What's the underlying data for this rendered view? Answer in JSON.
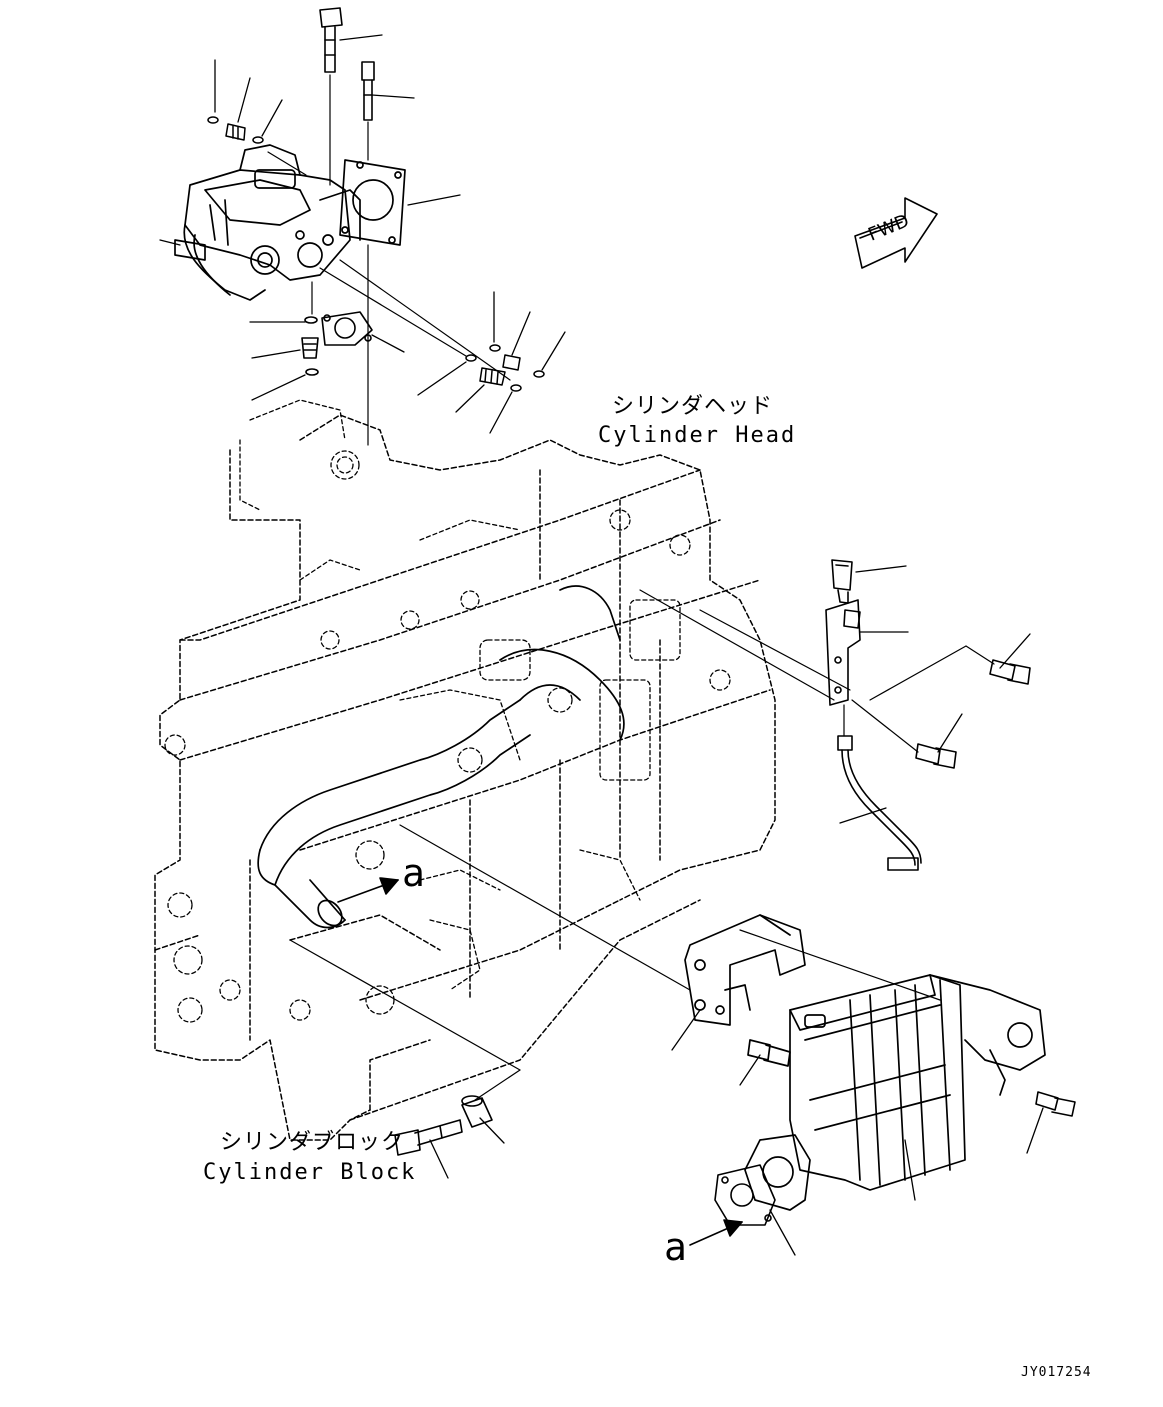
{
  "labels": {
    "cylinder_head_jp": "シリンダヘッド",
    "cylinder_head_en": "Cylinder Head",
    "cylinder_block_jp": "シリンダブロック",
    "cylinder_block_en": "Cylinder Block",
    "view_arrow_upper": "a",
    "view_arrow_lower": "a",
    "fwd": "FWD",
    "drawing_code": "JY017254"
  },
  "colors": {
    "ink": "#000000",
    "paper": "#ffffff"
  }
}
